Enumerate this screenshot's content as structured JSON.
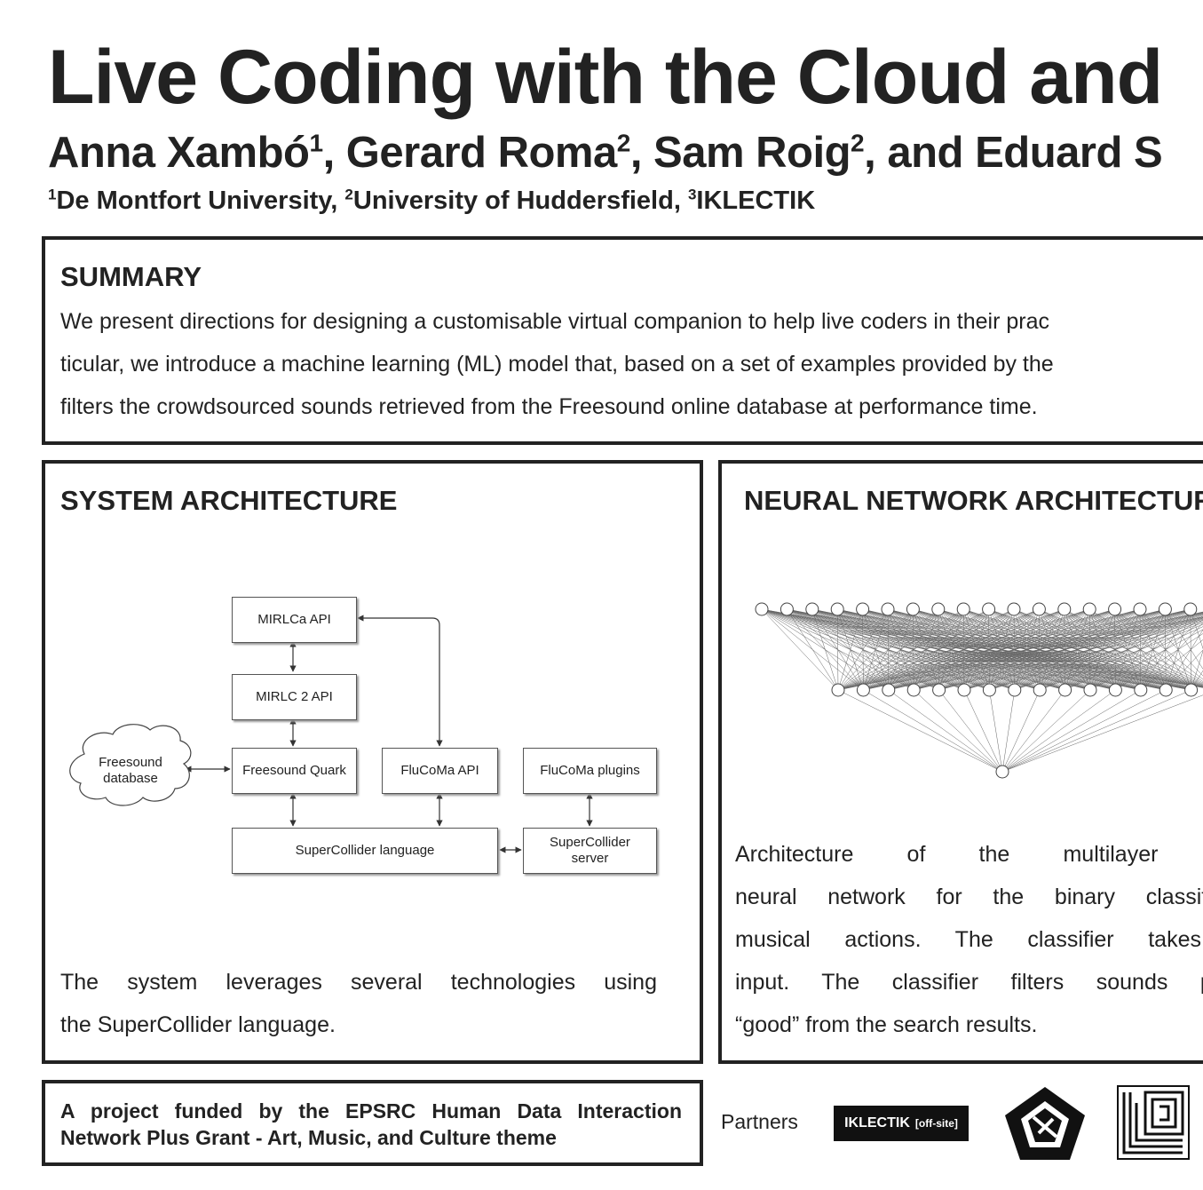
{
  "header": {
    "title": "Live Coding with the Cloud and",
    "authors": [
      {
        "name": "Anna Xambó",
        "sup": "1",
        "sep": ", "
      },
      {
        "name": "Gerard Roma",
        "sup": "2",
        "sep": ", "
      },
      {
        "name": "Sam Roig",
        "sup": "2",
        "sep": ", and "
      },
      {
        "name": "Eduard S",
        "sup": "",
        "sep": ""
      }
    ],
    "affiliations": [
      {
        "sup": "1",
        "name": "De Montfort University, "
      },
      {
        "sup": "2",
        "name": "University of Huddersfield, "
      },
      {
        "sup": "3",
        "name": "IKLECTIK"
      }
    ]
  },
  "summary": {
    "heading": "SUMMARY",
    "lines": [
      "We present directions for designing a customisable virtual companion to help live coders in their prac",
      "ticular, we introduce a machine learning (ML) model that, based on a set of examples provided by the",
      "filters the crowdsourced sounds retrieved from the Freesound online database at performance time."
    ]
  },
  "system_architecture": {
    "heading": "SYSTEM ARCHITECTURE",
    "diagram": {
      "cloud": [
        "Freesound",
        "database"
      ],
      "mirlca_api": "MIRLCa API",
      "mirlc2_api": "MIRLC 2 API",
      "freesound_quark": "Freesound Quark",
      "flucoma_api": "FluCoMa API",
      "flucoma_plugins": "FluCoMa plugins",
      "sc_language": "SuperCollider language",
      "sc_server": [
        "SuperCollider",
        "server"
      ]
    },
    "caption_lines": [
      "The system leverages several technologies using",
      "the SuperCollider language."
    ]
  },
  "neural_network": {
    "heading": "NEURAL NETWORK ARCHITECTURE",
    "caption_lines": [
      "Architecture of the multilayer percept",
      "neural network for the binary classifier",
      "musical actions. The classifier takes",
      "input. The classifier filters sounds pro",
      "“good” from the search results."
    ]
  },
  "footer": {
    "funding_lines": [
      "A project funded by the EPSRC Human Data Interaction",
      "Network Plus Grant - Art, Music, and Culture theme"
    ],
    "partners_label": "Partners",
    "iklectik_logo": {
      "name": "IKLECTIK",
      "tag": "[off-site]"
    }
  }
}
